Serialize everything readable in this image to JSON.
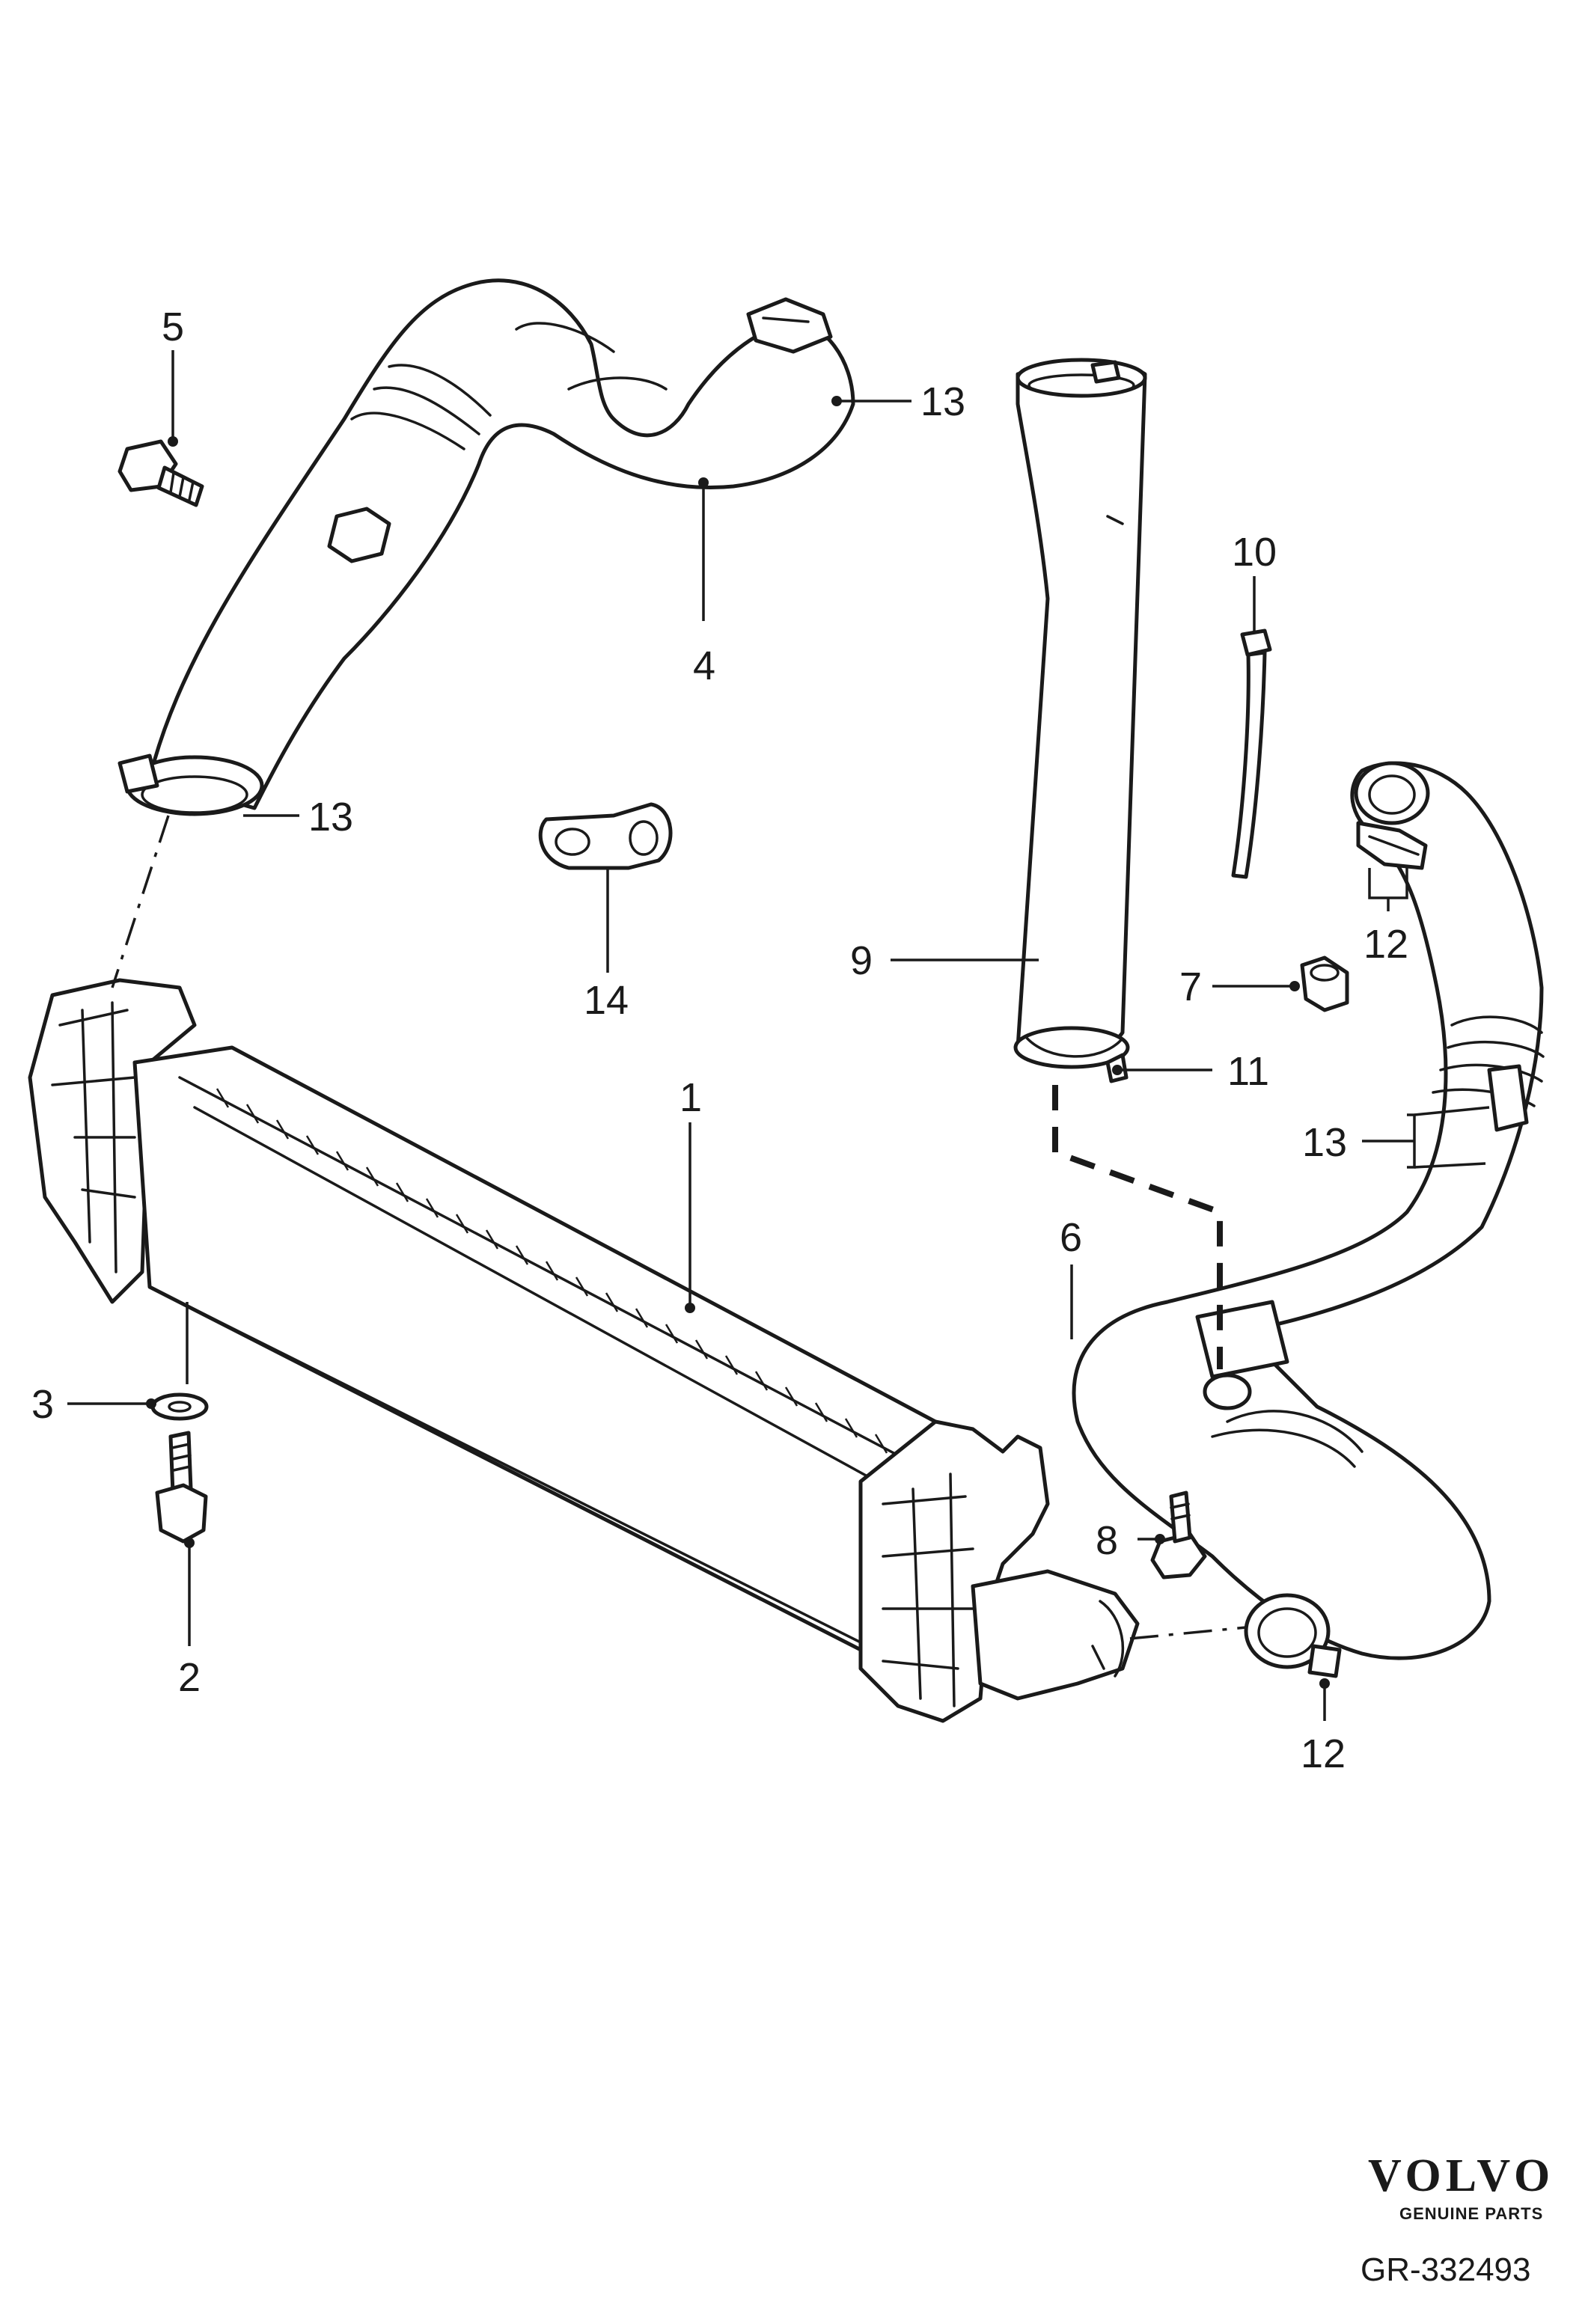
{
  "callouts": {
    "c1": "1",
    "c2": "2",
    "c3": "3",
    "c4": "4",
    "c5": "5",
    "c6": "6",
    "c7": "7",
    "c8": "8",
    "c9": "9",
    "c10": "10",
    "c11": "11",
    "c12a": "12",
    "c12b": "12",
    "c13a": "13",
    "c13b": "13",
    "c13c": "13",
    "c14": "14"
  },
  "branding": {
    "brand": "VOLVO",
    "tagline": "GENUINE PARTS",
    "reference": "GR-332493"
  }
}
